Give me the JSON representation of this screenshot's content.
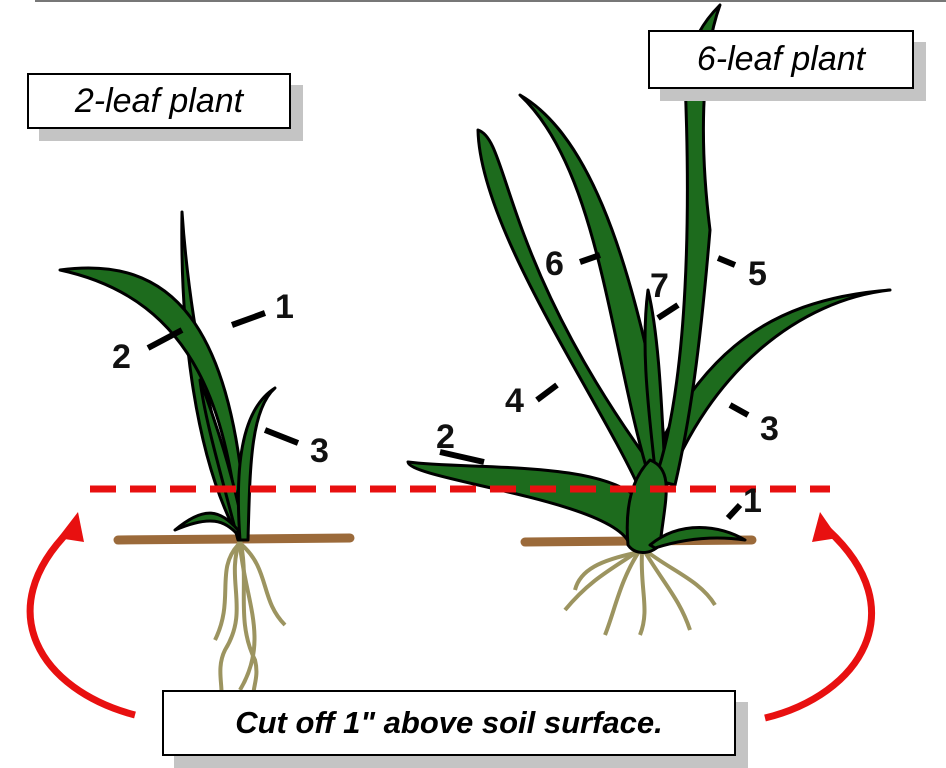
{
  "labels": {
    "two_leaf": "2-leaf plant",
    "six_leaf": "6-leaf plant",
    "cut_note": "Cut off 1\" above soil surface."
  },
  "two_leaf_numbers": [
    "1",
    "2",
    "3"
  ],
  "six_leaf_numbers": [
    "1",
    "2",
    "3",
    "4",
    "5",
    "6",
    "7"
  ],
  "colors": {
    "leaf": "#1d6b1d",
    "soil": "#9b6a3a",
    "root": "#9c9460",
    "cut_line": "#e81010"
  }
}
